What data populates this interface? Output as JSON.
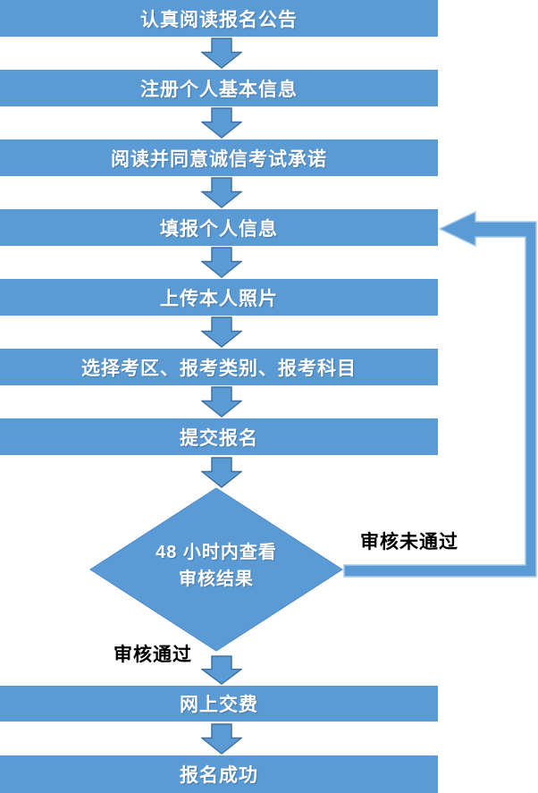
{
  "flow": {
    "steps": [
      {
        "label": "认真阅读报名公告"
      },
      {
        "label": "注册个人基本信息"
      },
      {
        "label": "阅读并同意诚信考试承诺"
      },
      {
        "label": "填报个人信息"
      },
      {
        "label": "上传本人照片"
      },
      {
        "label": "选择考区、报考类别、报考科目"
      },
      {
        "label": "提交报名"
      }
    ],
    "decision": {
      "line1": "48 小时内查看",
      "line2": "审核结果"
    },
    "post_steps": [
      {
        "label": "网上交费"
      },
      {
        "label": "报名成功"
      }
    ],
    "branch_labels": {
      "fail": "审核未通过",
      "pass": "审核通过"
    }
  },
  "colors": {
    "shape_fill": "#5b9bd5",
    "arrow_border": "#41719c",
    "loop_border": "#a6c9ec",
    "diamond_border": "#4e8ac8",
    "box_text": "#ffffff",
    "label_text": "#000000"
  }
}
